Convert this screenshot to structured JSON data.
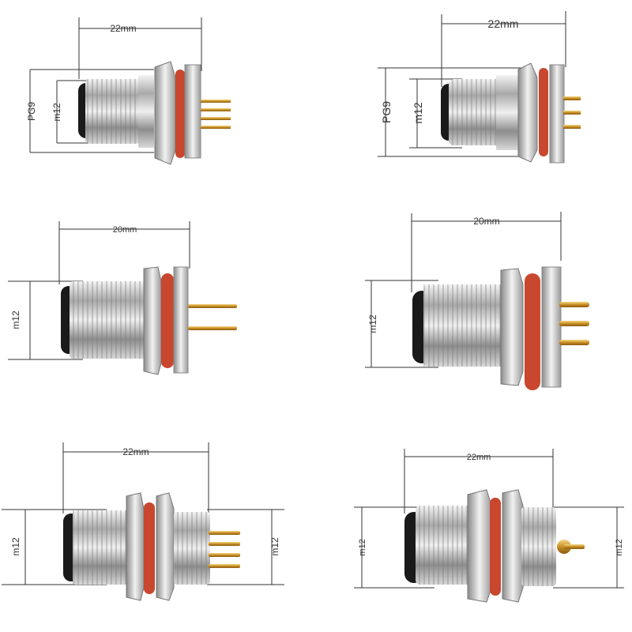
{
  "panels": [
    {
      "id": "p1",
      "width_label": "22mm",
      "outer_label": "PG9",
      "inner_label": "m12"
    },
    {
      "id": "p2",
      "width_label": "22mm",
      "outer_label": "PG9",
      "inner_label": "m12"
    },
    {
      "id": "p3",
      "width_label": "20mm",
      "inner_label": "m12"
    },
    {
      "id": "p4",
      "width_label": "20mm",
      "inner_label": "m12"
    },
    {
      "id": "p5",
      "width_label": "22mm",
      "left_label": "m12",
      "right_label": "m12"
    },
    {
      "id": "p6",
      "width_label": "22mm",
      "left_label": "m12",
      "right_label": "m12"
    }
  ],
  "colors": {
    "metal_light": "#e8e8e8",
    "metal_mid": "#b9b9b9",
    "metal_dark": "#6f6f6f",
    "oring": "#c8472e",
    "pin_gold": "#d9a93c",
    "cap_black": "#1a1a1a"
  }
}
